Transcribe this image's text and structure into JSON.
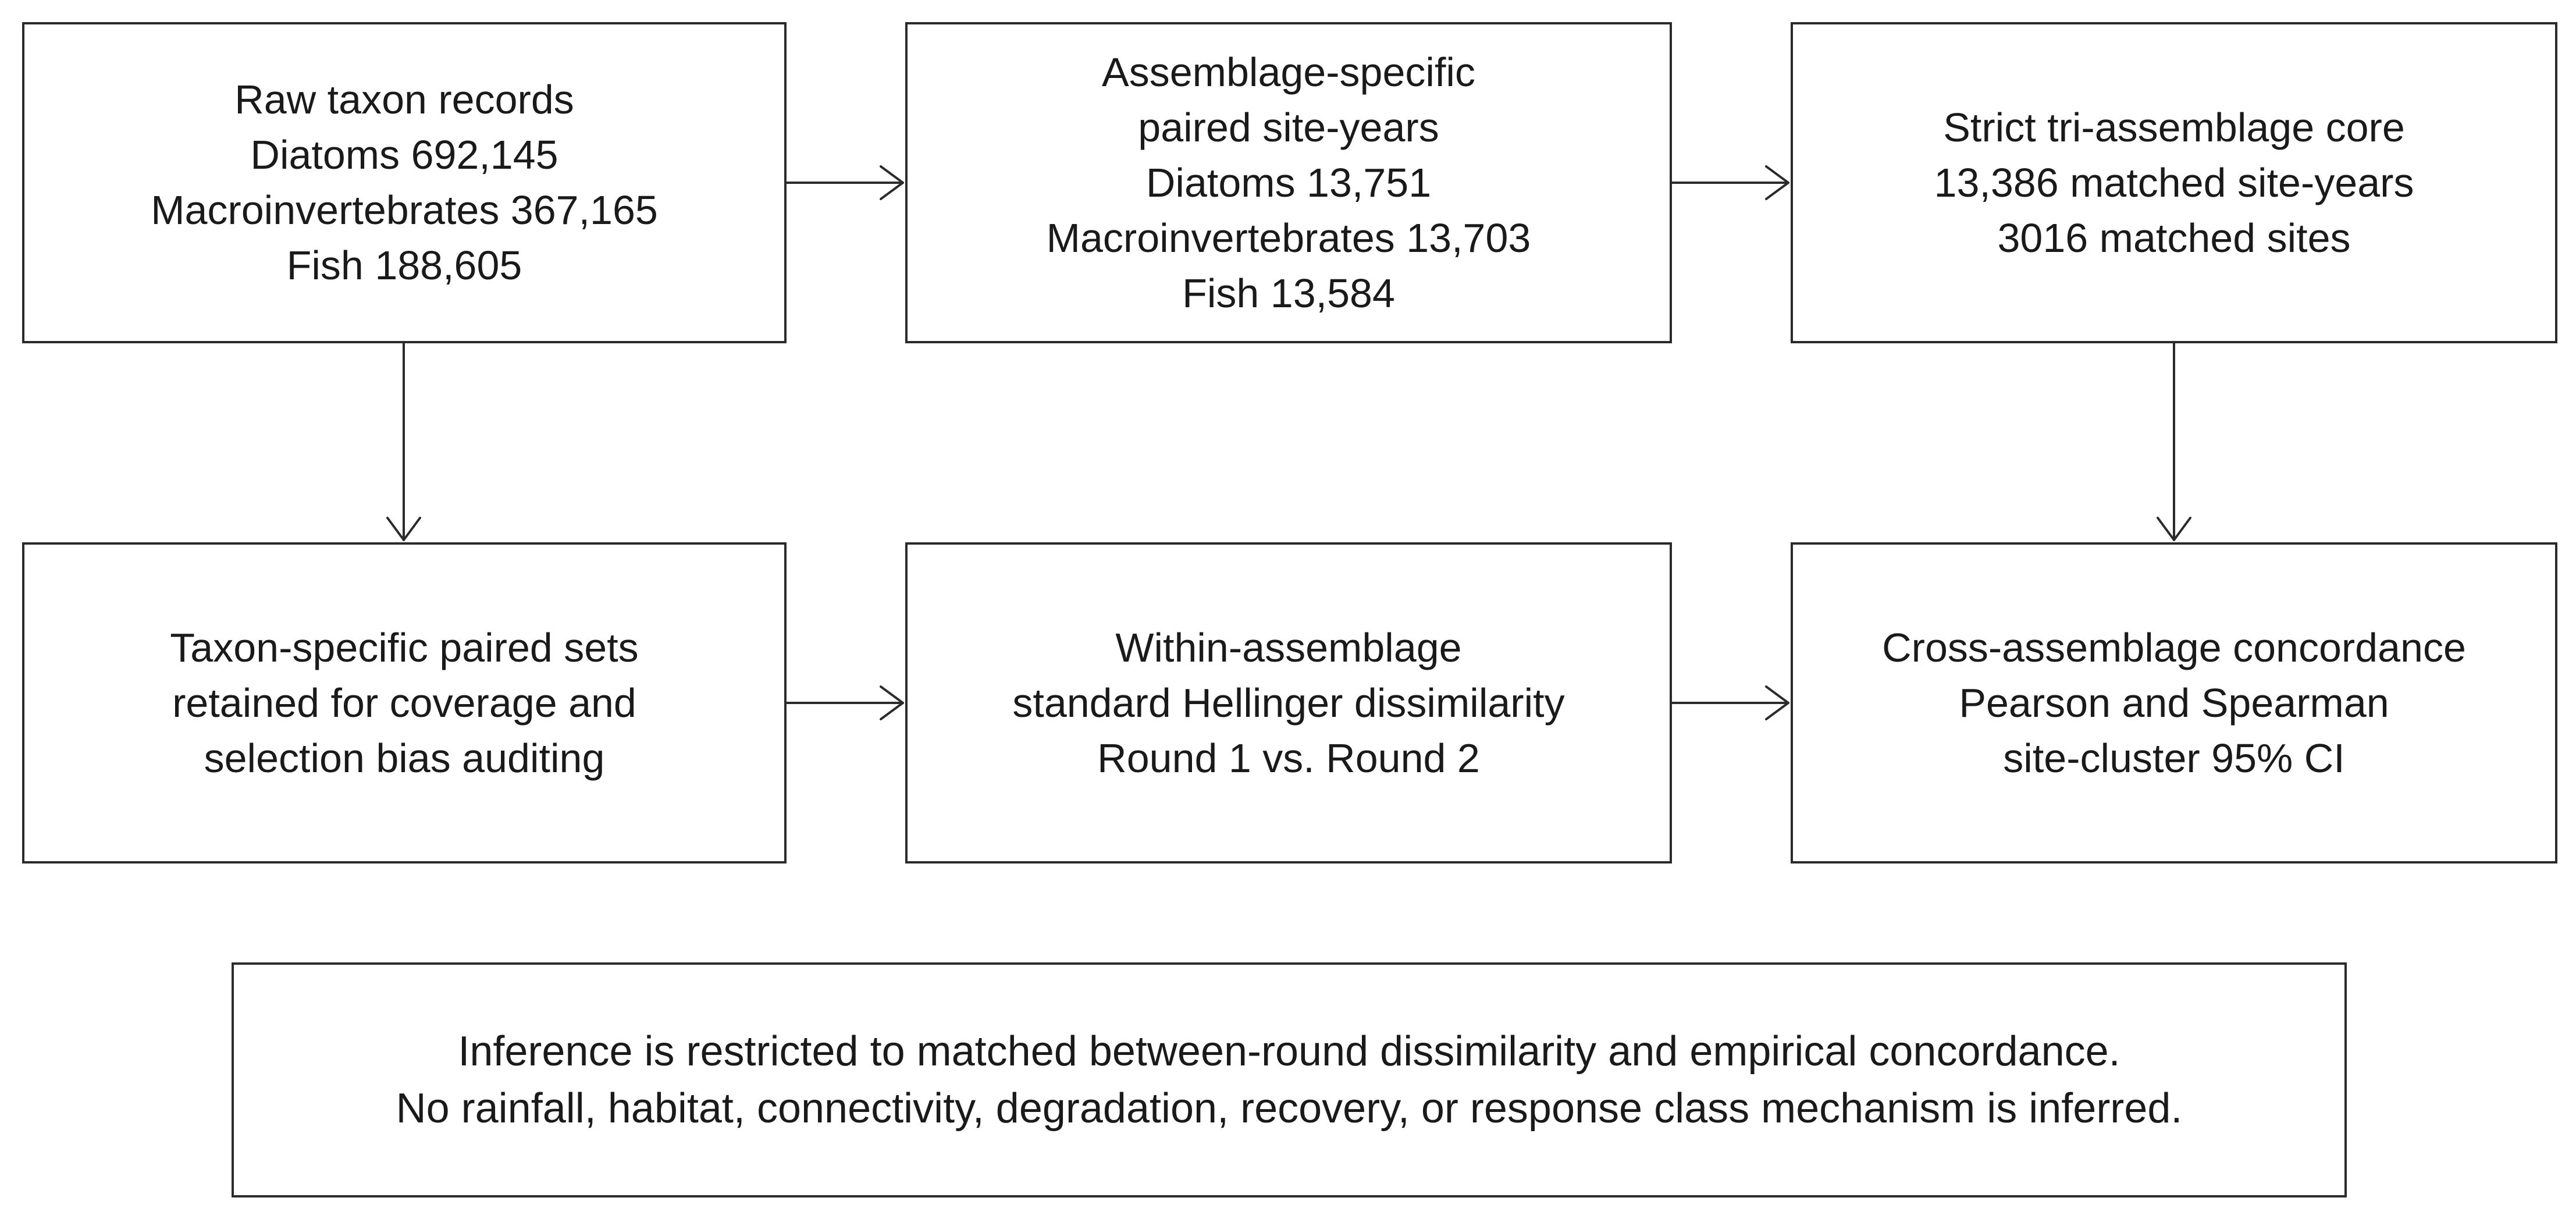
{
  "boxes": {
    "raw_records": {
      "lines": [
        "Raw taxon records",
        "Diatoms 692,145",
        "Macroinvertebrates 367,165",
        "Fish 188,605"
      ]
    },
    "paired_site_years": {
      "lines": [
        "Assemblage-specific",
        "paired site-years",
        "Diatoms 13,751",
        "Macroinvertebrates 13,703",
        "Fish 13,584"
      ]
    },
    "tri_core": {
      "lines": [
        "Strict tri-assemblage core",
        "13,386 matched site-years",
        "3016 matched sites"
      ]
    },
    "paired_sets": {
      "lines": [
        "Taxon-specific paired sets",
        "retained for coverage and",
        "selection bias auditing"
      ]
    },
    "within_dissimilarity": {
      "lines": [
        "Within-assemblage",
        "standard Hellinger dissimilarity",
        "Round 1 vs. Round 2"
      ]
    },
    "concordance": {
      "lines": [
        "Cross-assemblage concordance",
        "Pearson and Spearman",
        "site-cluster 95% CI"
      ]
    }
  },
  "note": {
    "lines": [
      "Inference is restricted to matched between-round dissimilarity and empirical concordance.",
      "No rainfall, habitat, connectivity, degradation, recovery, or response class mechanism is inferred."
    ]
  },
  "colors": {
    "border": "#2b2b2b",
    "text": "#1a1a1a",
    "arrow": "#2b2b2b"
  }
}
